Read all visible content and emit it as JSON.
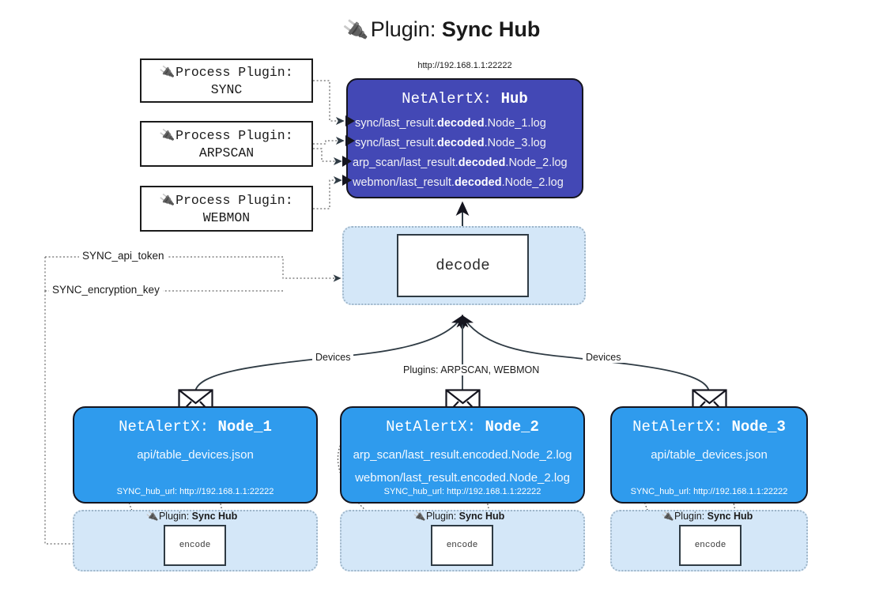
{
  "title": {
    "icon": "plug-icon",
    "prefix": "Plugin: ",
    "name": "Sync Hub"
  },
  "hub": {
    "url": "http://192.168.1.1:22222",
    "label_prefix": "NetAlertX: ",
    "label_name": "Hub",
    "log_lines": [
      {
        "pre": "sync/last_result.",
        "mid": "decoded",
        "post": ".Node_1.log"
      },
      {
        "pre": "sync/last_result.",
        "mid": "decoded",
        "post": ".Node_3.log"
      },
      {
        "pre": "arp_scan/last_result.",
        "mid": "decoded",
        "post": ".Node_2.log"
      },
      {
        "pre": "webmon/last_result.",
        "mid": "decoded",
        "post": ".Node_2.log"
      }
    ]
  },
  "process_plugins": [
    {
      "icon": "plug-icon",
      "line1": "Process Plugin:",
      "line2": "SYNC"
    },
    {
      "icon": "plug-icon",
      "line1": "Process Plugin:",
      "line2": "ARPSCAN"
    },
    {
      "icon": "plug-icon",
      "line1": "Process Plugin:",
      "line2": "WEBMON"
    }
  ],
  "decode": {
    "label": "decode"
  },
  "secrets": [
    {
      "label": "SYNC_api_token"
    },
    {
      "label": "SYNC_encryption_key"
    }
  ],
  "edge_labels": {
    "left": "Devices",
    "center": "Plugins: ARPSCAN, WEBMON",
    "right": "Devices"
  },
  "nodes": [
    {
      "label_prefix": "NetAlertX: ",
      "label_name": "Node_1",
      "lines": [
        "api/table_devices.json"
      ],
      "footer": "SYNC_hub_url: http://192.168.1.1:22222",
      "envelope_icon": "envelope-icon"
    },
    {
      "label_prefix": "NetAlertX: ",
      "label_name": "Node_2",
      "lines": [
        "arp_scan/last_result.encoded.Node_2.log",
        "webmon/last_result.encoded.Node_2.log"
      ],
      "footer": "SYNC_hub_url: http://192.168.1.1:22222",
      "envelope_icon": "envelope-icon"
    },
    {
      "label_prefix": "NetAlertX: ",
      "label_name": "Node_3",
      "lines": [
        "api/table_devices.json"
      ],
      "footer": "SYNC_hub_url: http://192.168.1.1:22222",
      "envelope_icon": "envelope-icon"
    }
  ],
  "encoders": [
    {
      "icon": "plug-icon",
      "plugin_prefix": "Plugin: ",
      "plugin_name": "Sync Hub",
      "box_label": "encode"
    },
    {
      "icon": "plug-icon",
      "plugin_prefix": "Plugin: ",
      "plugin_name": "Sync Hub",
      "box_label": "encode"
    },
    {
      "icon": "plug-icon",
      "plugin_prefix": "Plugin: ",
      "plugin_name": "Sync Hub",
      "box_label": "encode"
    }
  ],
  "colors": {
    "hub": "#4348b5",
    "node": "#2f9bed",
    "container": "#d4e7f8",
    "container_border": "#9fb6c9",
    "stroke": "#15151f",
    "background": "#ffffff"
  }
}
